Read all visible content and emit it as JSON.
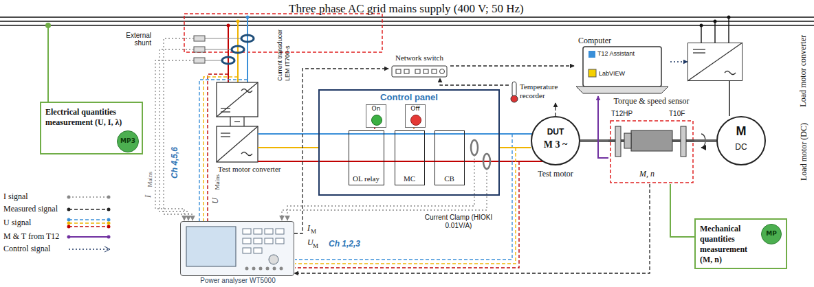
{
  "diagram": {
    "nodes": [
      {
        "text": [
          "Electrical quantities measurement (U, I, λ)"
        ]
      },
      {
        "text": [
          "MP3"
        ],
        "in": 0
      },
      {
        "text": [
          "Test motor converter"
        ]
      },
      {
        "text": [
          "Control panel"
        ]
      },
      {
        "text": [
          "On"
        ],
        "in": 3
      },
      {
        "text": [
          "Off"
        ],
        "in": 3
      },
      {
        "text": [
          "OL relay"
        ],
        "in": 3
      },
      {
        "text": [
          "MC"
        ],
        "in": 3
      },
      {
        "text": [
          "CB"
        ],
        "in": 3
      },
      {
        "text": [
          "Network switch"
        ]
      },
      {
        "text": [
          "Temperature recorder"
        ]
      },
      {
        "text": [
          "Computer"
        ]
      },
      {
        "text": [
          "Load motor converter"
        ]
      },
      {
        "text": [
          "DUT",
          "M 3 ~",
          "Test motor"
        ]
      },
      {
        "text": [
          "Torque & speed sensor",
          "T12HP",
          "T10F",
          "M, n"
        ]
      },
      {
        "text": [
          "M",
          "DC",
          "Load motor (DC)"
        ]
      },
      {
        "text": [
          "Mechanical quantities measurement (M, n)"
        ]
      },
      {
        "text": [
          "MP"
        ],
        "in": 16
      },
      {
        "text": [
          "Power analyser WT5000"
        ]
      }
    ],
    "edges": [
      {
        "from": 2,
        "to": 3,
        "arrow": "none"
      },
      {
        "from": 3,
        "to": 13,
        "arrow": "none"
      },
      {
        "from": 13,
        "to": 14,
        "arrow": "none"
      },
      {
        "from": 14,
        "to": 15,
        "arrow": "none"
      },
      {
        "from": 12,
        "to": 15,
        "arrow": "none"
      },
      {
        "from": 18,
        "to": 9,
        "arrow": "to"
      },
      {
        "from": 10,
        "to": 9,
        "arrow": "to"
      },
      {
        "from": 9,
        "to": 11,
        "arrow": "to"
      },
      {
        "from": 11,
        "to": 12,
        "arrow": "to"
      },
      {
        "from": 14,
        "to": 11,
        "arrow": "to"
      },
      {
        "from": 14,
        "to": 18,
        "arrow": "to"
      },
      {
        "from": 13,
        "to": 10,
        "arrow": "to"
      },
      {
        "from": 16,
        "to": 14,
        "arrow": "none"
      }
    ],
    "labels": [
      "Three phase AC grid mains supply (400 V; 50 Hz)",
      "External shunt",
      "Current transducer LEM IT700-s",
      "I",
      "Mains",
      "U",
      "Mains",
      "Ch 4,5,6",
      "T12 Assistant",
      "LabVIEW",
      "Current Clamp (HIOKI 0.01V/A)",
      "I",
      "M",
      "U",
      "M",
      "Ch 1,2,3"
    ],
    "legend": [
      {
        "text": "I signal"
      },
      {
        "text": "Measured signal"
      },
      {
        "text": "U signal"
      },
      {
        "text": "M & T from T12"
      },
      {
        "text": "Control signal"
      }
    ]
  }
}
